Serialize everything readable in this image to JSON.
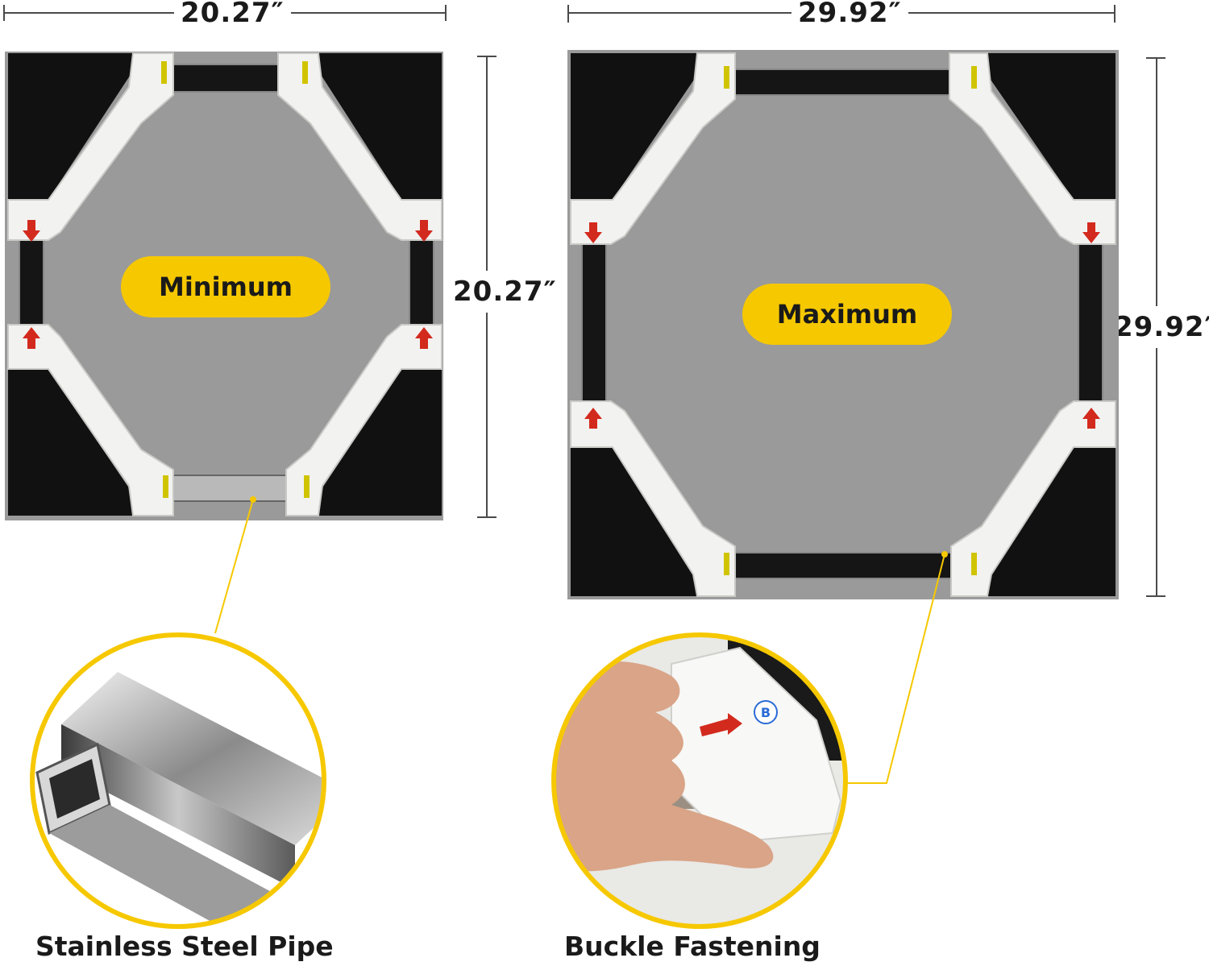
{
  "left_frame": {
    "width_label": "20.27″",
    "height_label": "20.27″",
    "mode_label": "Minimum"
  },
  "right_frame": {
    "width_label": "29.92″",
    "height_label": "29.92″",
    "mode_label": "Maximum"
  },
  "details": {
    "pipe_caption": "Stainless Steel Pipe",
    "buckle_caption": "Buckle Fastening",
    "buckle_badge": "B"
  },
  "colors": {
    "accent": "#f6c800",
    "pad": "#111111",
    "bracket": "#f2f2f0",
    "arrow": "#d32a1e",
    "steel": "#5a5a5a"
  }
}
